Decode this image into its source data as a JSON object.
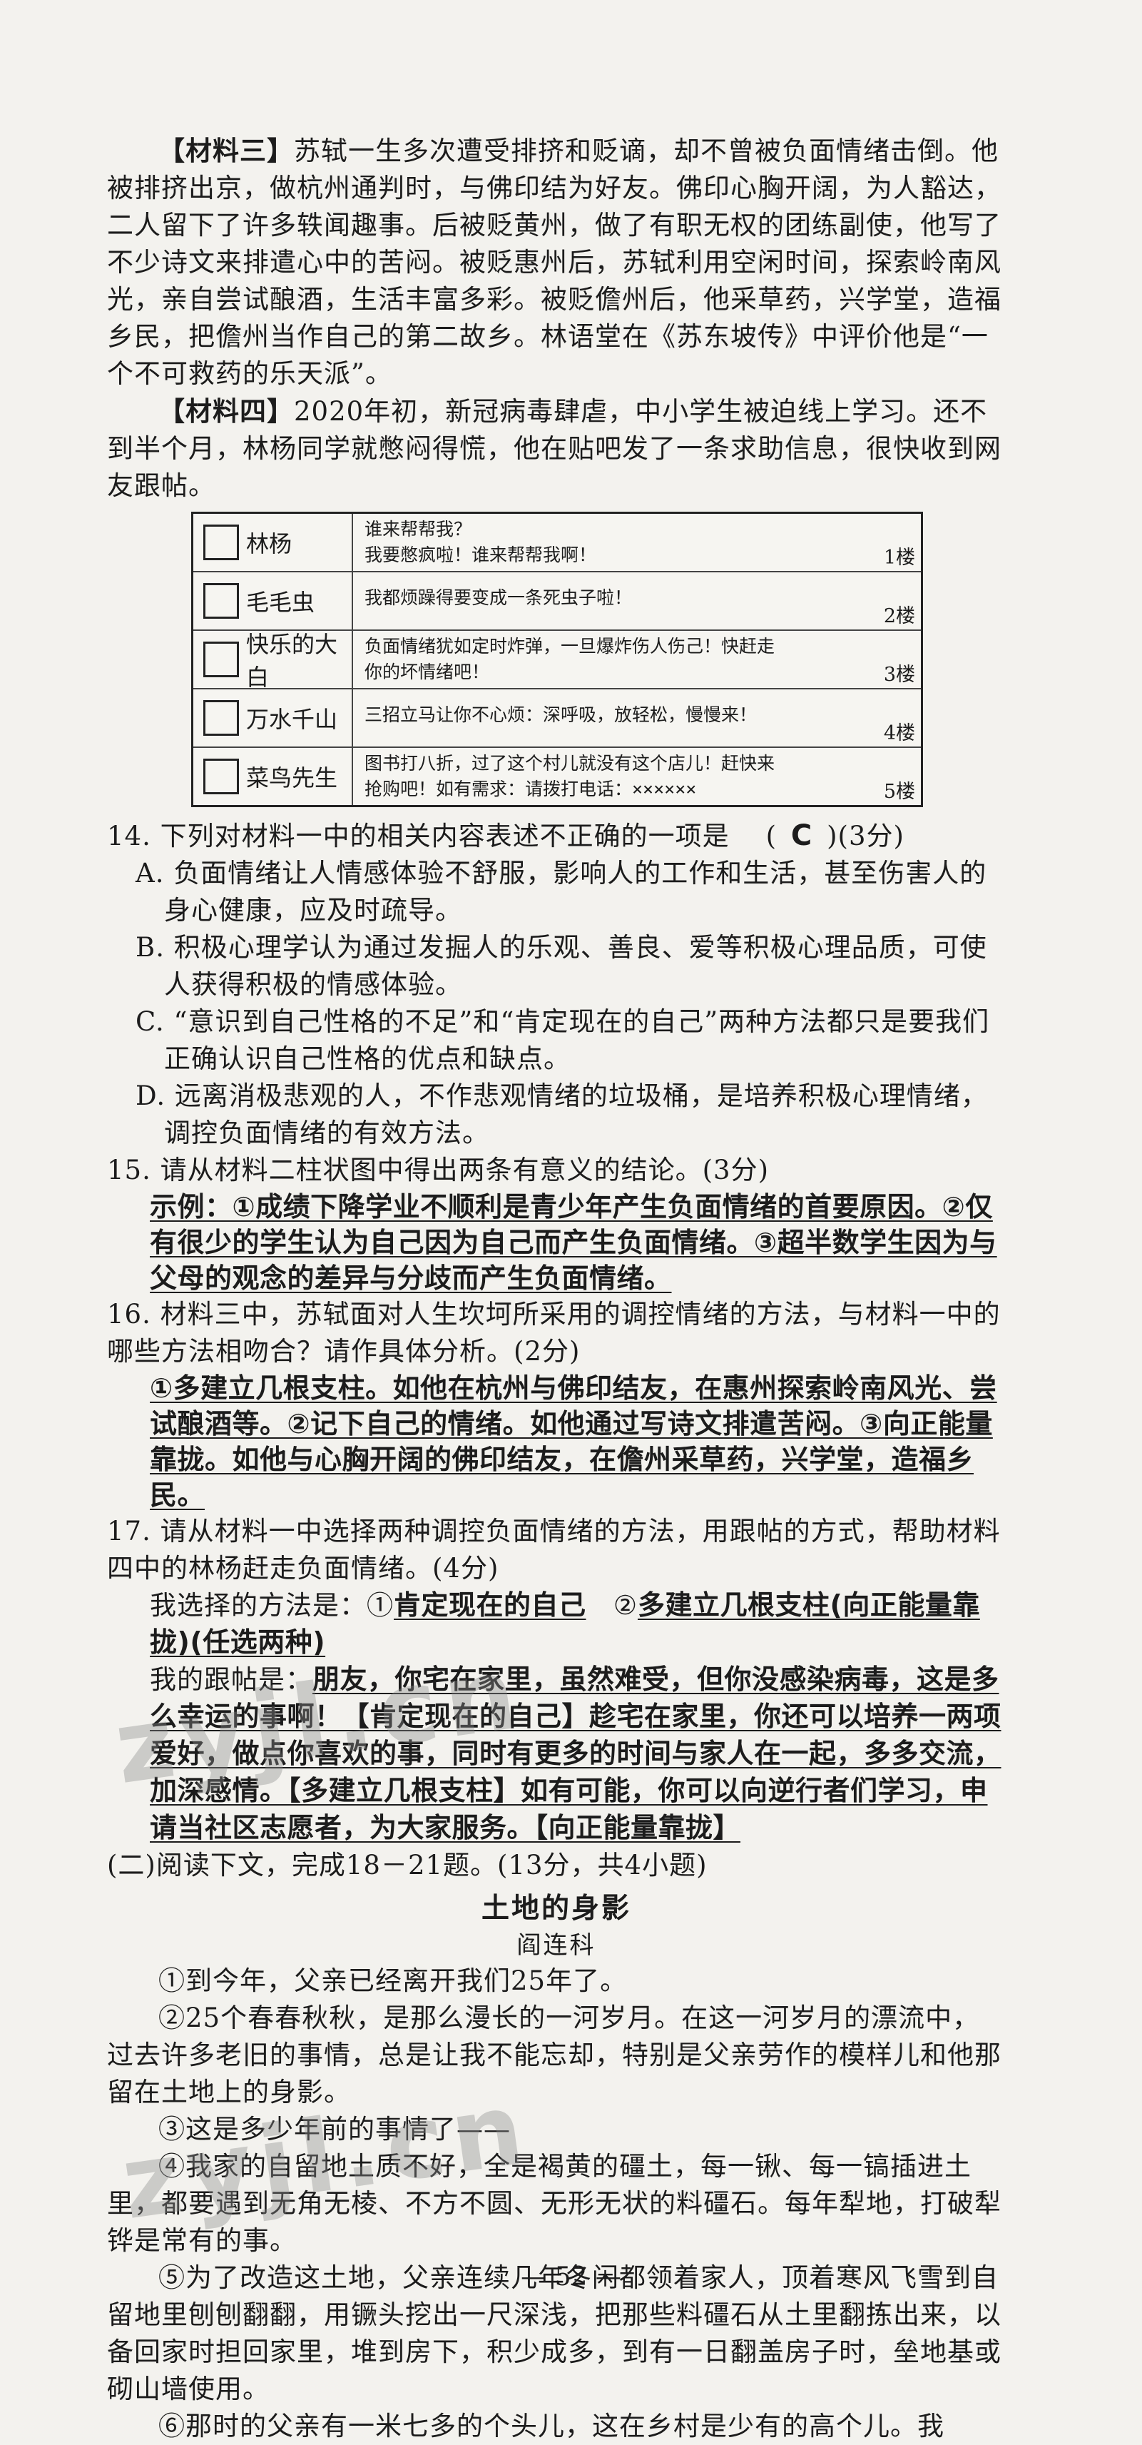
{
  "material3": {
    "label": "【材料三】",
    "text": "苏轼一生多次遭受排挤和贬谪，却不曾被负面情绪击倒。他被排挤出京，做杭州通判时，与佛印结为好友。佛印心胸开阔，为人豁达，二人留下了许多轶闻趣事。后被贬黄州，做了有职无权的团练副使，他写了不少诗文来排遣心中的苦闷。被贬惠州后，苏轼利用空闲时间，探索岭南风光，亲自尝试酿酒，生活丰富多彩。被贬儋州后，他采草药，兴学堂，造福乡民，把儋州当作自己的第二故乡。林语堂在《苏东坡传》中评价他是“一个不可救药的乐天派”。"
  },
  "material4": {
    "label": "【材料四】",
    "text": "2020年初，新冠病毒肆虐，中小学生被迫线上学习。还不到半个月，林杨同学就憋闷得慌，他在贴吧发了一条求助信息，很快收到网友跟帖。"
  },
  "forum": [
    {
      "user": "林杨",
      "line1": "谁来帮帮我？",
      "line2": "我要憋疯啦！谁来帮帮我啊！",
      "floor": "1楼"
    },
    {
      "user": "毛毛虫",
      "line1": "我都烦躁得要变成一条死虫子啦！",
      "line2": "",
      "floor": "2楼"
    },
    {
      "user": "快乐的大白",
      "line1": "负面情绪犹如定时炸弹，一旦爆炸伤人伤己！快赶走",
      "line2": "你的坏情绪吧！",
      "floor": "3楼"
    },
    {
      "user": "万水千山",
      "line1": "三招立马让你不心烦：深呼吸，放轻松，慢慢来！",
      "line2": "",
      "floor": "4楼"
    },
    {
      "user": "菜鸟先生",
      "line1": "图书打八折，过了这个村儿就没有这个店儿！赶快来",
      "line2": "抢购吧！如有需求：请拨打电话：××××××",
      "floor": "5楼"
    }
  ],
  "q14": {
    "stem": "14. 下列对材料一中的相关内容表述不正确的一项是",
    "answer": "C",
    "score": "(3分)",
    "options": [
      "A. 负面情绪让人情感体验不舒服，影响人的工作和生活，甚至伤害人的身心健康，应及时疏导。",
      "B. 积极心理学认为通过发掘人的乐观、善良、爱等积极心理品质，可使人获得积极的情感体验。",
      "C. “意识到自己性格的不足”和“肯定现在的自己”两种方法都只是要我们正确认识自己性格的优点和缺点。",
      "D. 远离消极悲观的人，不作悲观情绪的垃圾桶，是培养积极心理情绪，调控负面情绪的有效方法。"
    ]
  },
  "q15": {
    "stem": "15. 请从材料二柱状图中得出两条有意义的结论。(3分)",
    "answer": "示例：①成绩下降学业不顺利是青少年产生负面情绪的首要原因。②仅有很少的学生认为自己因为自己而产生负面情绪。③超半数学生因为与父母的观念的差异与分歧而产生负面情绪。"
  },
  "q16": {
    "stem": "16. 材料三中，苏轼面对人生坎坷所采用的调控情绪的方法，与材料一中的哪些方法相吻合？请作具体分析。(2分)",
    "answer": "①多建立几根支柱。如他在杭州与佛印结友，在惠州探索岭南风光、尝试酿酒等。②记下自己的情绪。如他通过写诗文排遣苦闷。③向正能量靠拢。如他与心胸开阔的佛印结友，在儋州采草药，兴学堂，造福乡民。"
  },
  "q17": {
    "stem": "17. 请从材料一中选择两种调控负面情绪的方法，用跟帖的方式，帮助材料四中的林杨赶走负面情绪。(4分)",
    "method_label": "我选择的方法是：①",
    "method1": "肯定现在的自己",
    "method2_label": "②",
    "method2": "多建立几根支柱(向正能量靠拢)(任选两种)",
    "post_label": "我的跟帖是：",
    "post": "朋友，你宅在家里，虽然难受，但你没感染病毒，这是多么幸运的事啊！【肯定现在的自己】趁宅在家里，你还可以培养一两项爱好，做点你喜欢的事，同时有更多的时间与家人在一起，多多交流，加深感情。【多建立几根支柱】如有可能，你可以向逆行者们学习，申请当社区志愿者，为大家服务。【向正能量靠拢】"
  },
  "section2": {
    "heading": "(二)阅读下文，完成18－21题。(13分，共4小题)",
    "title": "土地的身影",
    "author": "阎连科"
  },
  "article": [
    "①到今年，父亲已经离开我们25年了。",
    "②25个春春秋秋，是那么漫长的一河岁月。在这一河岁月的漂流中，过去许多老旧的事情，总是让我不能忘却，特别是父亲劳作的模样儿和他那留在土地上的身影。",
    "③这是多少年前的事情了——",
    "④我家的自留地土质不好，全是褐黄的礓土，每一锹、每一镐插进土里，都要遇到无角无棱、不方不圆、无形无状的料礓石。每年犁地，打破犁铧是常有的事。",
    "⑤为了改造这土地，父亲连续几年冬闲都领着家人，顶着寒风飞雪到自留地里刨刨翻翻，用镢头挖出一尺深浅，把那些料礓石从土里翻拣出来，以备回家时担回家里，堆到房下，积少成多，到有一日翻盖房子时，垒地基或砌山墙使用。",
    "⑥那时的父亲有一米七多的个头儿，这在乡村是少有的高个儿。我"
  ],
  "page_number": "— 52 —",
  "watermarks": [
    "zyjl.cn",
    "zyjl.cn"
  ]
}
